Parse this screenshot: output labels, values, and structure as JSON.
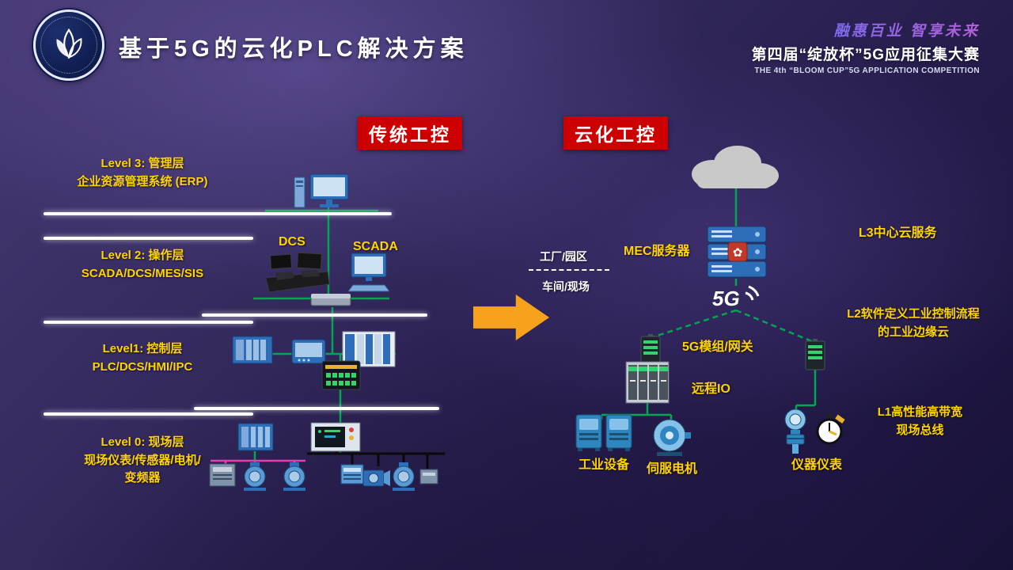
{
  "header": {
    "title": "基于5G的云化PLC解决方案",
    "slogan": "融惠百业 智享未来",
    "competition_cn": "第四届“绽放杯”5G应用征集大赛",
    "competition_en": "THE 4th “BLOOM CUP”5G APPLICATION COMPETITION"
  },
  "badges": {
    "left": "传统工控",
    "right": "云化工控"
  },
  "left": {
    "level3_line1": "Level 3: 管理层",
    "level3_line2": "企业资源管理系统 (ERP)",
    "level2_line1": "Level 2: 操作层",
    "level2_line2": "SCADA/DCS/MES/SIS",
    "level1_line1": "Level1: 控制层",
    "level1_line2": "PLC/DCS/HMI/IPC",
    "level0_line1": "Level 0: 现场层",
    "level0_line2": "现场仪表/传感器/电机/",
    "level0_line3": "变频器",
    "dcs_label": "DCS",
    "scada_label": "SCADA"
  },
  "right": {
    "mec_label": "MEC服务器",
    "l3_label": "L3中心云服务",
    "zone_top": "工厂/园区",
    "zone_bottom": "车间/现场",
    "five_g": "5G",
    "module_label": "5G模组/网关",
    "remote_io_label": "远程IO",
    "l2_line1": "L2软件定义工业控制流程",
    "l2_line2": "的工业边缘云",
    "l1_line1": "L1高性能高带宽",
    "l1_line2": "现场总线",
    "equipment_label": "工业设备",
    "servo_label": "伺服电机",
    "instrument_label": "仪器仪表"
  },
  "colors": {
    "accent_red": "#cc0000",
    "accent_yellow": "#ffd400",
    "line_green": "#00a651",
    "arrow_orange": "#f6a21d"
  }
}
